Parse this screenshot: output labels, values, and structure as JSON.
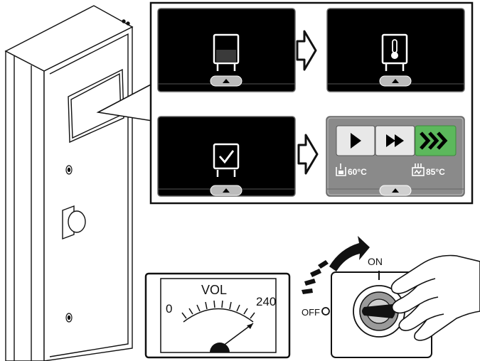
{
  "meter": {
    "title": "VOL",
    "min_label": "0",
    "max_label": "240"
  },
  "switch": {
    "on_label": "ON",
    "off_label": "OFF"
  },
  "display": {
    "temp_left": "60°C",
    "temp_right": "85°C"
  },
  "colors": {
    "screen_bg": "#000000",
    "panel_bg": "#8a8a8a",
    "active_button": "#5cb85c",
    "outline": "#111111"
  }
}
